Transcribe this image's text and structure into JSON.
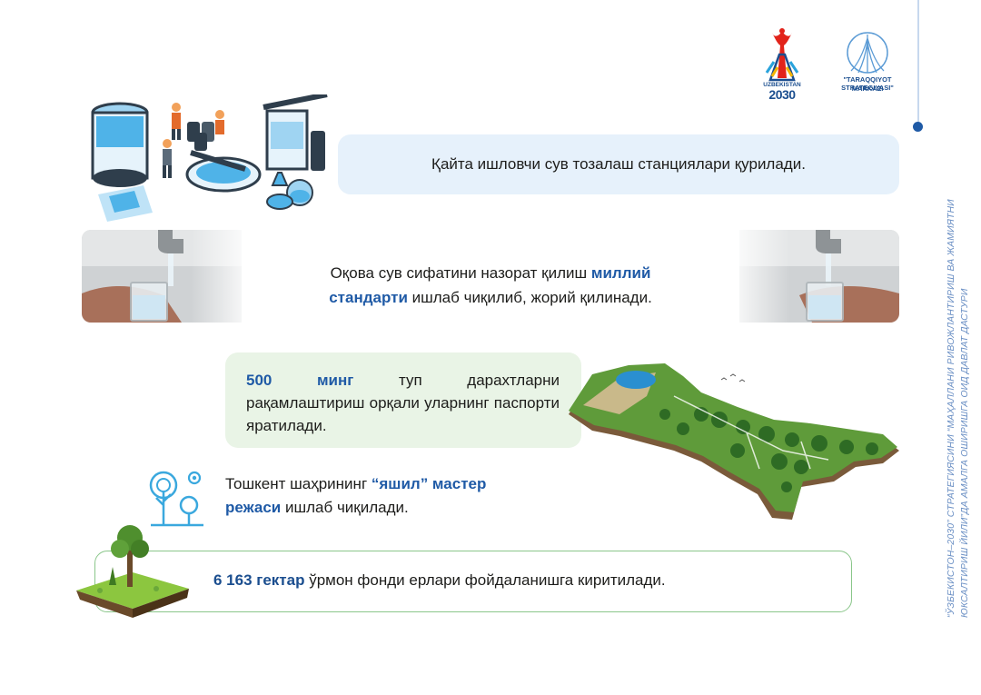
{
  "logos": {
    "uzbekistan_top": "UZBEKISTAN",
    "uzbekistan_year": "2030",
    "strategy_name": "\"TARAQQIYOT STRATEGIYASI\"",
    "strategy_sub": "MARKAZI"
  },
  "side_text": {
    "line1": "“Ўзбекистон–2030” стратегиясини “Маҳаллани ривожлантириш ва жамиятни",
    "line2": "юксалтириш йили”да амалга оширишга оид давлат дастури"
  },
  "items": {
    "item1": {
      "text": "Қайта ишловчи сув тозалаш станциялари қурилади."
    },
    "item2": {
      "pre": "Оқова сув сифатини назорат қилиш ",
      "bold1": "миллий",
      "bold2": "стандарти",
      "post": " ишлаб чиқилиб, жорий қилинади."
    },
    "item3": {
      "bold": "500 минг",
      "rest": " туп дарахтларни рақамлаштириш орқали уларнинг паспорти яратилади."
    },
    "item4": {
      "pre": "Тошкент шаҳрининг ",
      "bold1": "“яшил” мастер",
      "bold2": "режаси",
      "post": " ишлаб чиқилади."
    },
    "item5": {
      "bold": "6 163 гектар",
      "rest": " ўрмон фонди ерлари фойдаланишга киритилади."
    }
  },
  "colors": {
    "accent_blue": "#1f5aa6",
    "card_blue": "#e6f1fb",
    "card_green": "#e9f4e6",
    "border_green": "#8ac68a",
    "side_text": "#6a8fc4"
  }
}
